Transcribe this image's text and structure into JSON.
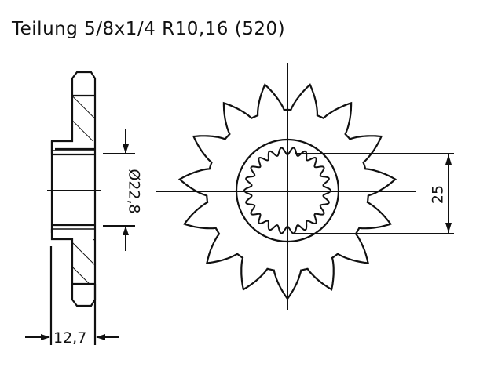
{
  "title": "Teilung 5/8x1/4 R10,16 (520)",
  "side_view": {
    "bore_diameter_label": "Ø22,8",
    "bore_diameter_symbol": "Ø",
    "bore_diameter_value": "22,8",
    "width_label": "12,7"
  },
  "front_view": {
    "sprocket_teeth": 15,
    "spline_teeth": 22,
    "spline_dimension_label": "25"
  },
  "colors": {
    "line": "#111111",
    "background": "#ffffff"
  }
}
